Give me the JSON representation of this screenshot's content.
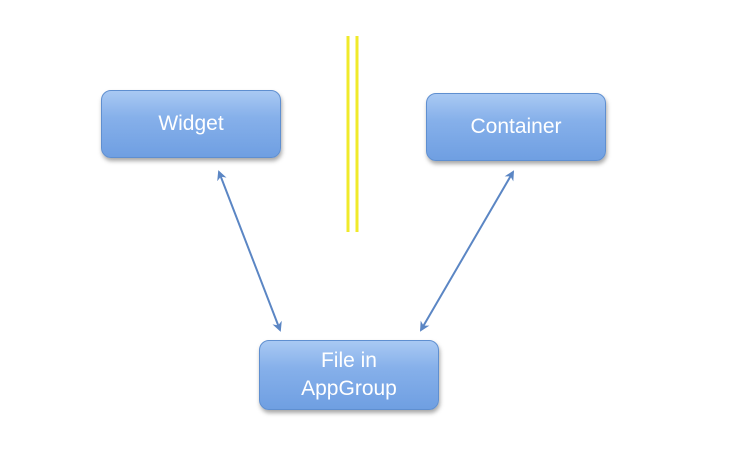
{
  "nodes": {
    "widget": {
      "label": "Widget"
    },
    "container": {
      "label": "Container"
    },
    "file": {
      "label": "File in\nAppGroup"
    }
  },
  "edges": [
    {
      "from": "widget",
      "to": "file",
      "type": "bidirectional"
    },
    {
      "from": "container",
      "to": "file",
      "type": "bidirectional"
    }
  ],
  "colors": {
    "box_fill": "#86b0ea",
    "box_border": "#5f8fd0",
    "arrow": "#5b86c4",
    "divider": "#f0ea2a"
  }
}
